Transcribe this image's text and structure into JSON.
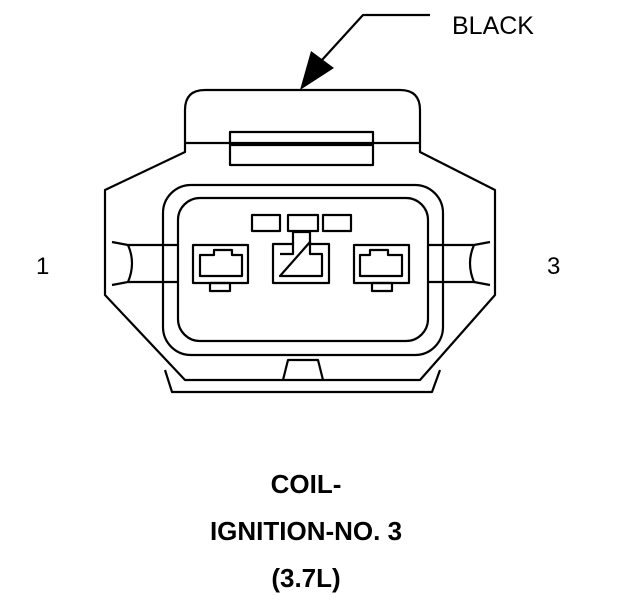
{
  "connector": {
    "color_label": "BLACK",
    "pin_left": "1",
    "pin_right": "3"
  },
  "caption": {
    "line1": "COIL-",
    "line2": "IGNITION-NO. 3",
    "line3": "(3.7L)"
  }
}
